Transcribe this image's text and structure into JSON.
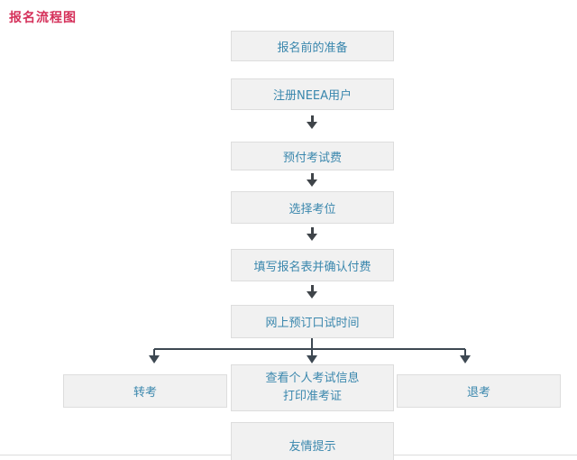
{
  "page": {
    "title": "报名流程图"
  },
  "flow": {
    "steps": [
      {
        "label": "报名前的准备"
      },
      {
        "label": "注册NEEA用户"
      },
      {
        "label": "预付考试费"
      },
      {
        "label": "选择考位"
      },
      {
        "label": "填写报名表并确认付费"
      },
      {
        "label": "网上预订口试时间"
      }
    ],
    "branches": {
      "left": {
        "label": "转考"
      },
      "middle": {
        "line1": "查看个人考试信息",
        "line2": "打印准考证"
      },
      "right": {
        "label": "退考"
      }
    },
    "footer": {
      "label": "友情提示"
    }
  },
  "colors": {
    "title_red": "#d5305a",
    "box_background": "#f1f1f1",
    "box_border": "#dddddd",
    "box_text_blue": "#3a87ad",
    "connector_dark": "#3d4852"
  }
}
